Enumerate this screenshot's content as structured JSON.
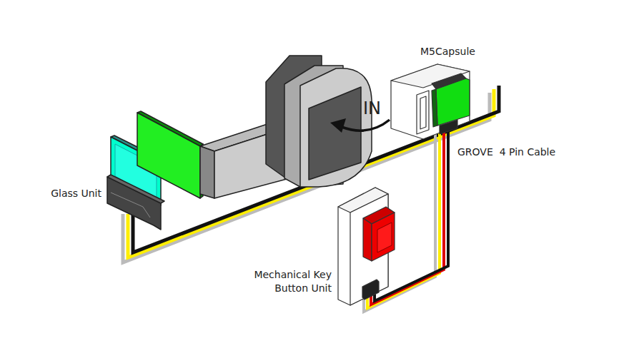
{
  "diagram": {
    "labels": [
      "M5Capsule",
      "IN",
      "GROVE  4 Pin Cable",
      "Glass Unit",
      "Mechanical Key Button Unit"
    ]
  }
}
